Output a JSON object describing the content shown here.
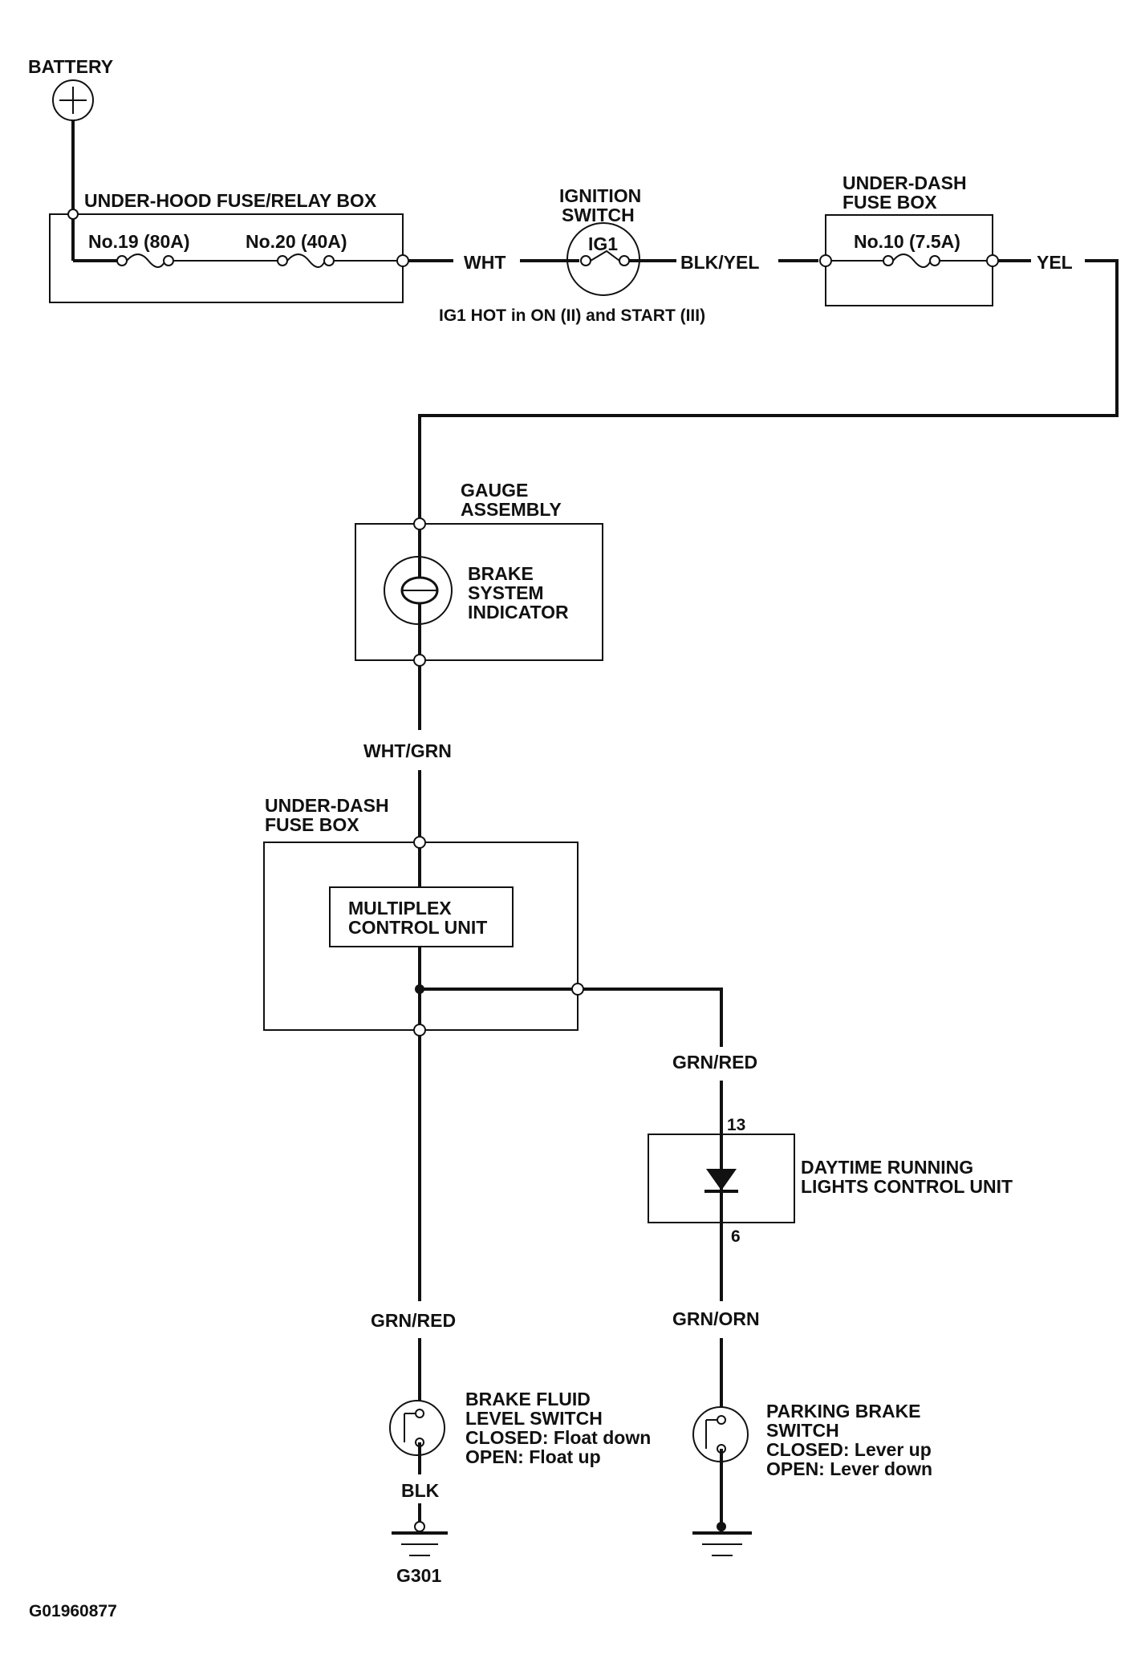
{
  "battery": {
    "label": "BATTERY"
  },
  "underhood_box": {
    "title": "UNDER-HOOD FUSE/RELAY BOX",
    "fuse_a": "No.19 (80A)",
    "fuse_b": "No.20 (40A)"
  },
  "ignition_switch": {
    "title_line1": "IGNITION",
    "title_line2": "SWITCH",
    "terminal": "IG1",
    "note": "IG1 HOT in ON (II) and START (III)"
  },
  "underdash_fuse_box": {
    "title_line1": "UNDER-DASH",
    "title_line2": "FUSE BOX",
    "fuse": "No.10 (7.5A)"
  },
  "wires": {
    "wht": "WHT",
    "blk_yel": "BLK/YEL",
    "yel": "YEL",
    "wht_grn": "WHT/GRN",
    "grn_red_upper": "GRN/RED",
    "grn_red_left": "GRN/RED",
    "grn_orn": "GRN/ORN",
    "blk": "BLK"
  },
  "gauge_assembly": {
    "title_line1": "GAUGE",
    "title_line2": "ASSEMBLY",
    "indicator_line1": "BRAKE",
    "indicator_line2": "SYSTEM",
    "indicator_line3": "INDICATOR"
  },
  "underdash_box2": {
    "title_line1": "UNDER-DASH",
    "title_line2": "FUSE BOX",
    "mcu_line1": "MULTIPLEX",
    "mcu_line2": "CONTROL UNIT"
  },
  "drl_unit": {
    "pin_top": "13",
    "pin_bottom": "6",
    "title_line1": "DAYTIME RUNNING",
    "title_line2": "LIGHTS CONTROL UNIT"
  },
  "brake_fluid_switch": {
    "line1": "BRAKE FLUID",
    "line2": "LEVEL SWITCH",
    "line3": "CLOSED: Float down",
    "line4": "OPEN: Float up"
  },
  "parking_brake_switch": {
    "line1": "PARKING BRAKE",
    "line2": "SWITCH",
    "line3": "CLOSED: Lever up",
    "line4": "OPEN: Lever down"
  },
  "ground": {
    "label": "G301"
  },
  "figure_id": "G01960877"
}
